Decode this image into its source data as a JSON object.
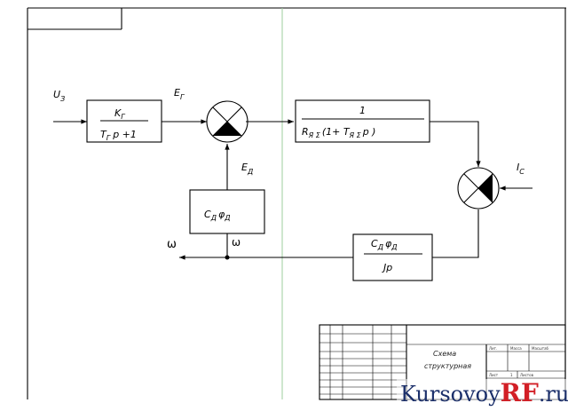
{
  "diagram": {
    "input_u": "U",
    "input_u_sub": "З",
    "gen_num": "K",
    "gen_num_sub": "Г",
    "gen_den_a": "T",
    "gen_den_a_sub": "Г",
    "gen_den_b": "p +1",
    "e_g": "E",
    "e_g_sub": "Г",
    "anchor_num": "1",
    "anchor_den_a": "R",
    "anchor_den_a_sub": "Я Σ",
    "anchor_den_b": "(1+ T",
    "anchor_den_b_sub": "Я Σ",
    "anchor_den_c": "p )",
    "e_d": "E",
    "e_d_sub": "Д",
    "cd_phi_c": "C",
    "cd_phi_c_sub": "Д",
    "cd_phi_phi": "φ",
    "cd_phi_phi_sub": "Д",
    "load_current": "I",
    "load_current_sub": "C",
    "mech_num_c": "C",
    "mech_num_c_sub": "Д",
    "mech_num_phi": "φ",
    "mech_num_phi_sub": "Д",
    "mech_den": "Jp",
    "omega_out": "ω",
    "omega_node": "ω"
  },
  "title_block": {
    "caption_line1": "Схема",
    "caption_line2": "структурная",
    "col_lit": "Лит.",
    "col_mass": "Масса",
    "col_scale": "Масштаб",
    "sheet": "Лист",
    "sheets": "Листов",
    "sheets_value": "1"
  },
  "watermark": {
    "part1": "Kursovoy",
    "part2": "RF",
    "part3": ".ru"
  }
}
